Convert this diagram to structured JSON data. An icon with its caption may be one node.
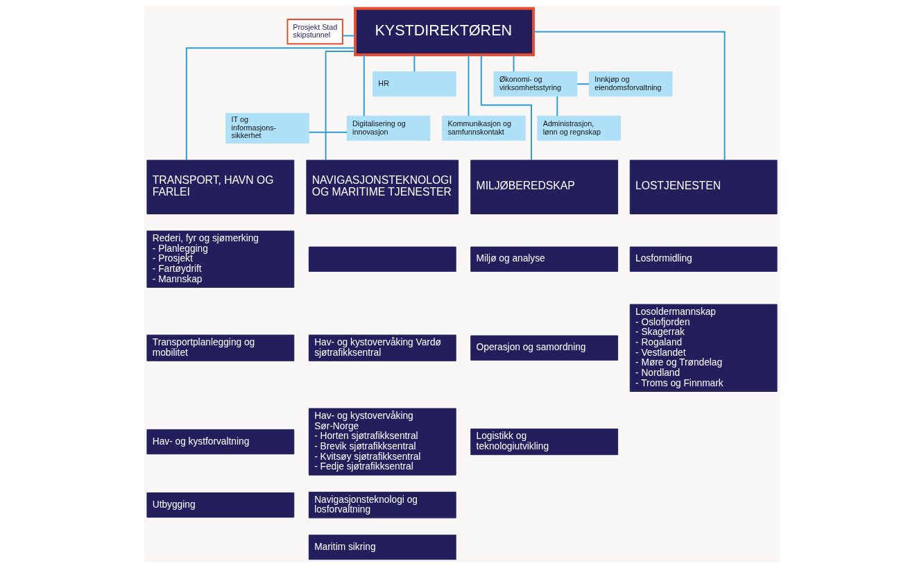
{
  "diagram": {
    "nodes": [
      {
        "text": [
          "KYSTDIREKTØREN"
        ]
      },
      {
        "text": [
          "Prosjekt Stad skipstunnel"
        ]
      },
      {
        "text": [
          "HR"
        ]
      },
      {
        "text": [
          "Økonomi- og virksomhetsstyring"
        ]
      },
      {
        "text": [
          "Innkjøp og eiendomsforvaltning"
        ]
      },
      {
        "text": [
          "IT og informasjons- sikkerhet"
        ]
      },
      {
        "text": [
          "Digitalisering og innovasjon"
        ]
      },
      {
        "text": [
          "Kommunikasjon og samfunnskontakt"
        ]
      },
      {
        "text": [
          "Administrasjon, lønn og regnskap"
        ]
      },
      {
        "text": [
          "TRANSPORT, HAVN OG FARLEI"
        ]
      },
      {
        "text": [
          "NAVIGASJONSTEKNOLOGI OG MARITIME TJENESTER"
        ]
      },
      {
        "text": [
          "MILJØBEREDSKAP"
        ]
      },
      {
        "text": [
          "LOSTJENESTEN"
        ]
      },
      {
        "text": [
          "Rederi, fyr og sjømerking",
          "- Planlegging",
          "- Prosjekt",
          "- Fartøydrift",
          "- Mannskap"
        ]
      },
      {
        "text": [
          "Transportplanlegging og mobilitet"
        ]
      },
      {
        "text": [
          "Hav- og kystforvaltning"
        ]
      },
      {
        "text": [
          "Utbygging"
        ]
      },
      {
        "text": [],
        "shape": "box"
      },
      {
        "text": [
          "Hav- og kystovervåking Vardø sjøtrafikksentral"
        ]
      },
      {
        "text": [
          "Hav- og kystovervåking Sør-Norge",
          "- Horten sjøtrafikksentral",
          "- Brevik sjøtrafikksentral",
          "- Kvitsøy sjøtrafikksentral",
          "- Fedje sjøtrafikksentral"
        ]
      },
      {
        "text": [
          "Navigasjonsteknologi og losforvaltning"
        ]
      },
      {
        "text": [
          "Maritim sikring"
        ]
      },
      {
        "text": [
          "Miljø og analyse"
        ]
      },
      {
        "text": [
          "Operasjon og samordning"
        ]
      },
      {
        "text": [
          "Logistikk og teknologiutvikling"
        ]
      },
      {
        "text": [
          "Losformidling"
        ]
      },
      {
        "text": [
          "Losoldermannskap",
          "- Oslofjorden",
          "- Skagerrak",
          "- Rogaland",
          "- Vestlandet",
          "- Møre og Trøndelag",
          "- Nordland",
          "- Troms og Finnmark"
        ]
      }
    ],
    "edges": [
      {
        "from": 1,
        "to": 0,
        "arrow": "none"
      },
      {
        "from": 0,
        "to": 2,
        "arrow": "none"
      },
      {
        "from": 0,
        "to": 3,
        "arrow": "none"
      },
      {
        "from": 3,
        "to": 4,
        "arrow": "none"
      },
      {
        "from": 3,
        "to": 8,
        "arrow": "none"
      },
      {
        "from": 5,
        "to": 6,
        "arrow": "none"
      },
      {
        "from": 0,
        "to": 6,
        "arrow": "none"
      },
      {
        "from": 0,
        "to": 7,
        "arrow": "none"
      },
      {
        "from": 0,
        "to": 9,
        "arrow": "none"
      },
      {
        "from": 0,
        "to": 10,
        "arrow": "none"
      },
      {
        "from": 0,
        "to": 11,
        "arrow": "none"
      },
      {
        "from": 0,
        "to": 12,
        "arrow": "none"
      }
    ]
  }
}
